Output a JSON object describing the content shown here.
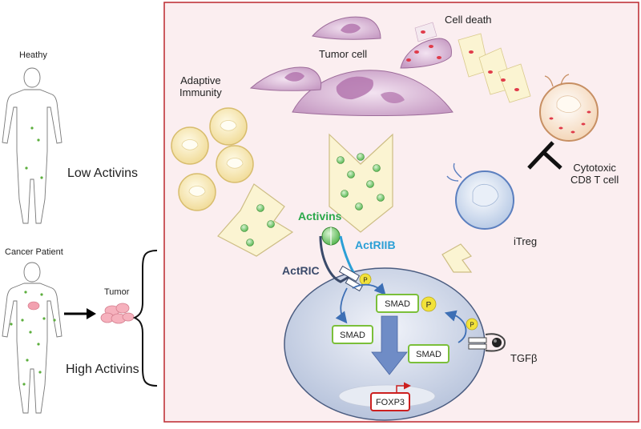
{
  "left_panel": {
    "healthy_label": "Heathy",
    "low_activins_label": "Low Activins",
    "cancer_patient_label": "Cancer Patient",
    "tumor_label": "Tumor",
    "high_activins_label": "High Activins"
  },
  "main_panel": {
    "border_color": "#c0343a",
    "background_color": "#fbeef0",
    "cell_death_label": "Cell death",
    "tumor_cell_label": "Tumor cell",
    "adaptive_immunity_label": "Adaptive\nImmunity",
    "activins_label": "Activins",
    "actriib_label": "ActRIIB",
    "actric_label": "ActRIC",
    "itreg_label": "iTreg",
    "cytotoxic_label": "Cytotoxic\nCD8 T cell",
    "tgfb_label": "TGFβ",
    "smad_labels": [
      "SMAD",
      "SMAD",
      "SMAD"
    ],
    "phospho_label": "P",
    "foxp3_label": "FOXP3",
    "colors": {
      "activins": "#2aa84a",
      "actriib": "#2a9fd6",
      "actric": "#3a4a6a",
      "smad_border": "#7bbf3a",
      "phospho": "#f2e23a",
      "foxp3_border": "#cc1f1f",
      "nucleus_fill": "#c9d3e6"
    }
  }
}
